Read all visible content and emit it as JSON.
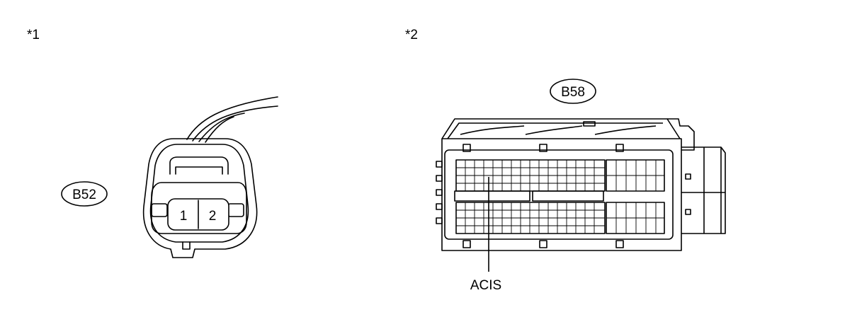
{
  "views": [
    {
      "marker": "*1",
      "connector": {
        "id": "B52",
        "pins": [
          "1",
          "2"
        ]
      }
    },
    {
      "marker": "*2",
      "connector": {
        "id": "B58",
        "callout": "ACIS"
      }
    }
  ]
}
